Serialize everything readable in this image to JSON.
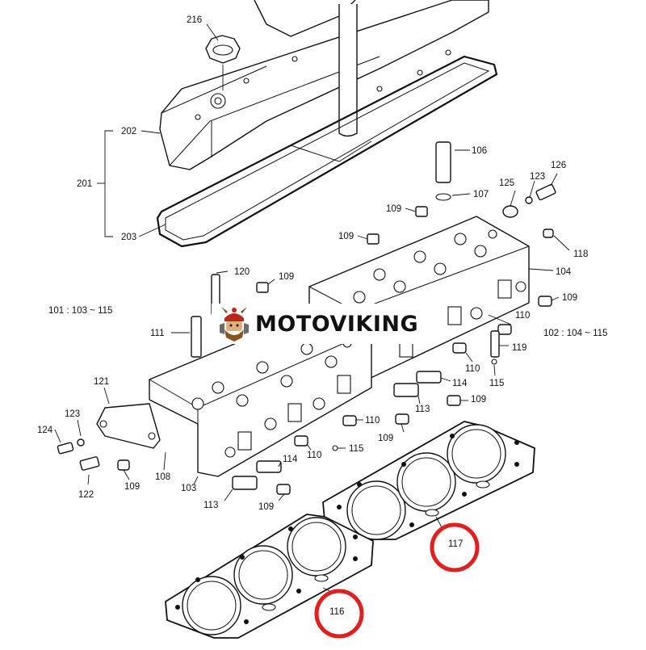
{
  "brand": {
    "name": "MOTOVIKING"
  },
  "diagram": {
    "part_labels": [
      "216",
      "202",
      "201",
      "203",
      "106",
      "107",
      "125",
      "123",
      "126",
      "109",
      "109",
      "118",
      "104",
      "109",
      "120",
      "109",
      "101 : 103 ~ 115",
      "111",
      "110",
      "102 : 104 ~ 115",
      "119",
      "110",
      "115",
      "114",
      "109",
      "113",
      "121",
      "123",
      "124",
      "110",
      "109",
      "110",
      "115",
      "114",
      "122",
      "109",
      "108",
      "103",
      "113",
      "109",
      "117",
      "116"
    ],
    "highlighted_parts": [
      "117",
      "116"
    ],
    "highlight_color": "#e02020",
    "line_color": "#111111"
  }
}
